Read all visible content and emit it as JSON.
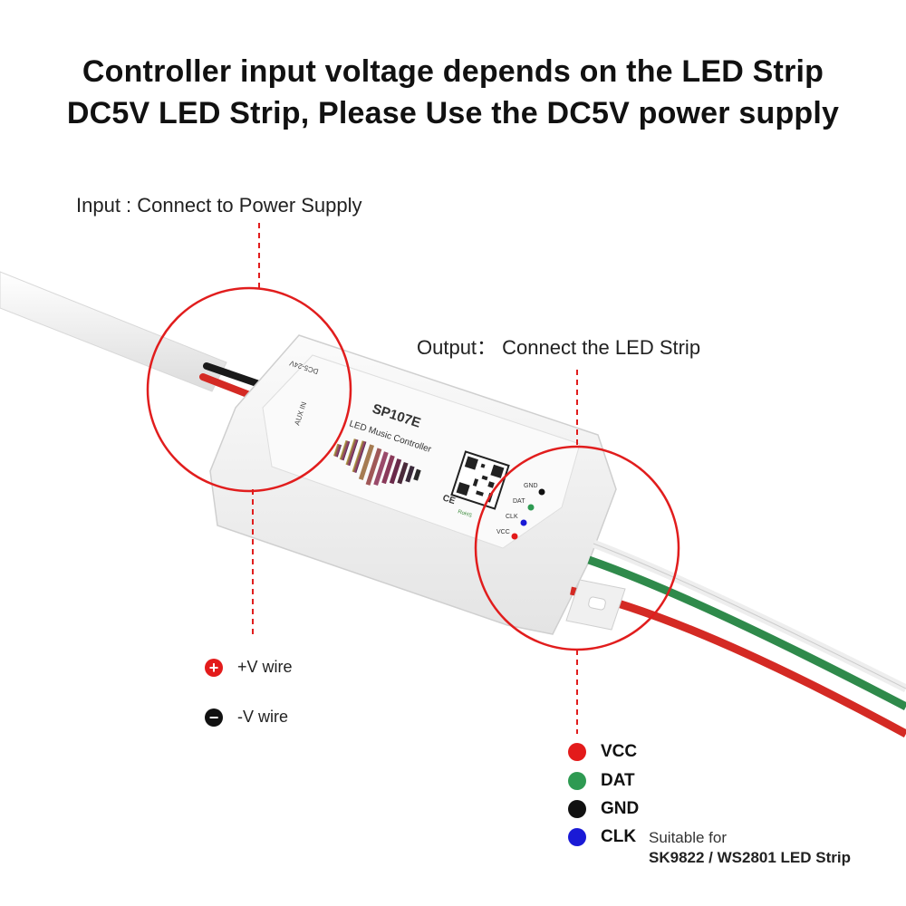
{
  "headline": {
    "line1": "Controller input voltage depends on the LED Strip",
    "line2": "DC5V  LED Strip,  Please Use the DC5V power supply"
  },
  "input_callout": "Input : Connect to Power Supply",
  "output_callout": "Output： Connect the  LED Strip",
  "device": {
    "model": "SP107E",
    "subtitle": "LED Music Controller",
    "port_label_1": "DC5-24V",
    "port_label_2": "AUX IN",
    "pins": [
      "GND",
      "DAT",
      "CLK",
      "VCC"
    ],
    "ce_mark": "CE",
    "rohs_mark": "RoHS"
  },
  "input_legend": [
    {
      "symbol": "+",
      "label": "+V wire",
      "color": "#e31b1b"
    },
    {
      "symbol": "−",
      "label": "-V wire",
      "color": "#111111"
    }
  ],
  "output_legend": [
    {
      "label": "VCC",
      "color": "#e31b1b"
    },
    {
      "label": "DAT",
      "color": "#2e9a52"
    },
    {
      "label": "GND",
      "color": "#111111"
    },
    {
      "label": "CLK",
      "color": "#1a1ad6"
    }
  ],
  "note": {
    "line1": "Suitable for",
    "line2": "SK9822 / WS2801 LED Strip"
  },
  "colors": {
    "callout_circle": "#e11d1d",
    "wire_red": "#d42a24",
    "wire_green": "#2f8a4b",
    "wire_white": "#f2f2f2",
    "wire_black": "#1a1a1a",
    "housing": "#f5f5f5"
  }
}
